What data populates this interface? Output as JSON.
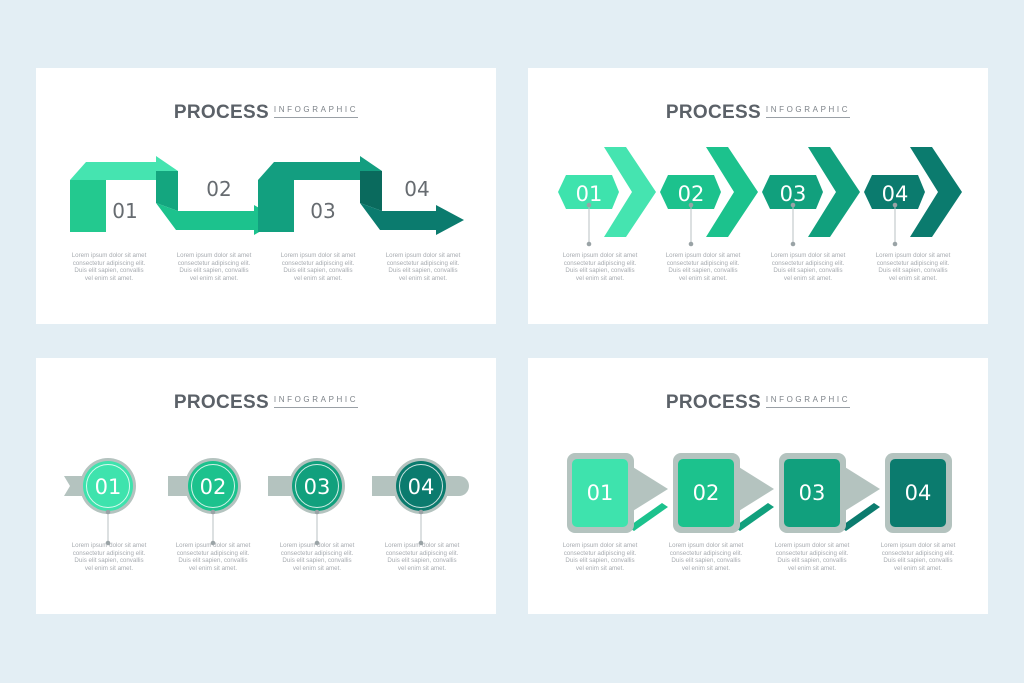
{
  "title": {
    "main": "PROCESS",
    "sub": "INFOGRAPHIC"
  },
  "steps": [
    "01",
    "02",
    "03",
    "04"
  ],
  "description_lines": [
    "Lorem ipsum dolor sit amet",
    "consectetur adipiscing elit.",
    "Duis elit sapien, convallis",
    "vel enim sit amet."
  ],
  "colors": {
    "step1": "#3ee3ad",
    "step2": "#1cc28d",
    "step3": "#11a07d",
    "step4": "#0b7b6e",
    "track": "#b4c3bf",
    "title": "#5b6168",
    "body_text": "#a7abb0"
  }
}
